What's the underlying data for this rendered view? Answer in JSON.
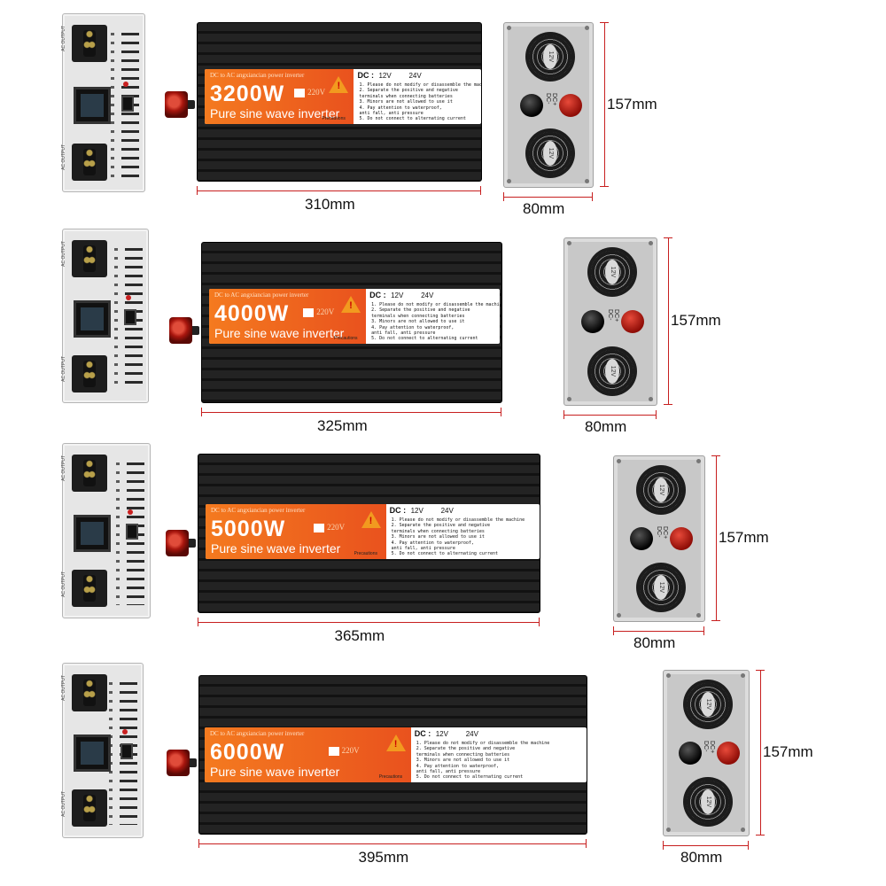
{
  "label_text": {
    "tag": "DC to AC angxiancian power inverter",
    "subtitle": "Pure sine wave inverter",
    "voltage": "220V",
    "dc_label": "DC :",
    "opt_12": "12V",
    "opt_24": "24V",
    "precautions": "Precautions",
    "rules": [
      "1. Please do not modify or disassemble the machine",
      "2. Separate the positive and negative",
      "   terminals when connecting batteries",
      "3. Minors are not allowed to use it",
      "4. Pay attention to waterproof,",
      "   anti fall, anti pressure",
      "5. Do not connect to alternating current"
    ]
  },
  "front_panel": {
    "ac_output": "AC OUTPUT"
  },
  "side_panel": {
    "dc_minus": "DC-",
    "dc_plus": "DC+"
  },
  "models": [
    {
      "watt": "3200W",
      "length": "310mm",
      "height": "157mm",
      "width": "80mm"
    },
    {
      "watt": "4000W",
      "length": "325mm",
      "height": "157mm",
      "width": "80mm"
    },
    {
      "watt": "5000W",
      "length": "365mm",
      "height": "157mm",
      "width": "80mm"
    },
    {
      "watt": "6000W",
      "length": "395mm",
      "height": "157mm",
      "width": "80mm"
    }
  ],
  "colors": {
    "label_orange": "#f26a1f",
    "dimension_line": "#c71f1f",
    "terminal_red": "#b0170e"
  }
}
